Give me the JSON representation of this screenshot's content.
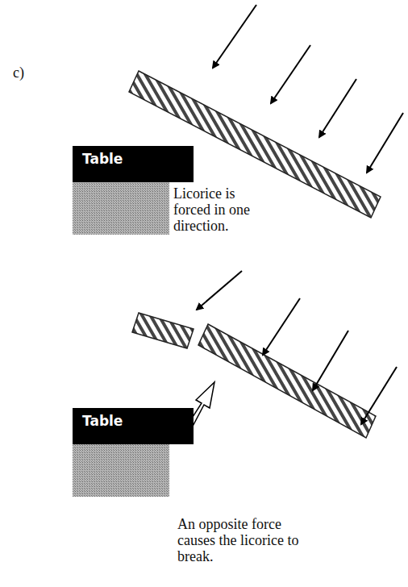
{
  "diagram": {
    "nodes": [
      {
        "text": [
          "Table"
        ]
      },
      {
        "text": [
          "Table"
        ]
      }
    ],
    "labels": [
      "c)",
      "Licorice is forced in one direction.",
      "An opposite force causes the licorice to break."
    ]
  }
}
